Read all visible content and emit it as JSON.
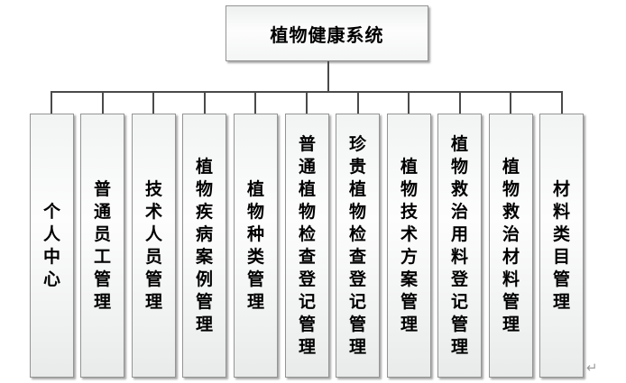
{
  "diagram": {
    "root_label": "植物健康系统",
    "branches": [
      {
        "label": "个人中心"
      },
      {
        "label": "普通员工管理"
      },
      {
        "label": "技术人员管理"
      },
      {
        "label": "植物疾病案例管理"
      },
      {
        "label": "植物种类管理"
      },
      {
        "label": "普通植物检查登记管理"
      },
      {
        "label": "珍贵植物检查登记管理"
      },
      {
        "label": "植物技术方案管理"
      },
      {
        "label": "植物救治用料登记管理"
      },
      {
        "label": "植物救治材料管理"
      },
      {
        "label": "材料类目管理"
      }
    ],
    "paragraph_mark": "↵"
  },
  "colors": {
    "connector_line": "#4a4a4a",
    "box_border": "#949494",
    "box_fill_top": "#f2f4f4",
    "box_fill_bottom": "#e9ebeb",
    "text": "#000000",
    "paragraph_mark": "#9e9e9e"
  }
}
